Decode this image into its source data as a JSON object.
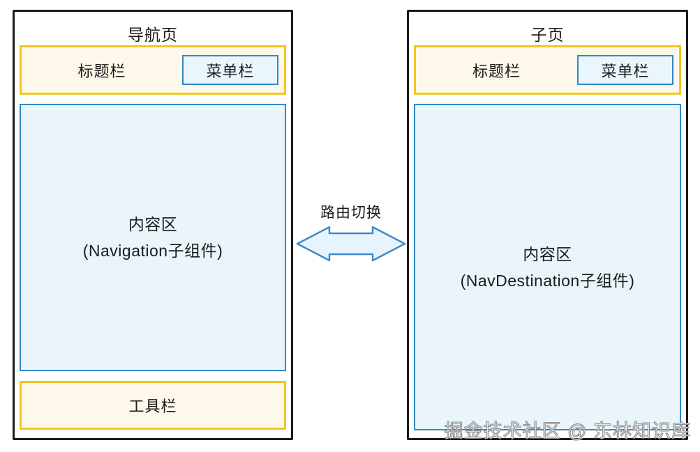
{
  "colors": {
    "panel_border": "#1a1a1a",
    "yellow_border": "#f2c51e",
    "yellow_fill": "#fef8ea",
    "blue_border": "#3089c4",
    "blue_fill": "#e9f5fb",
    "arrow_border": "#3e8ac8",
    "arrow_fill": "#e8f4fd"
  },
  "left_panel": {
    "title": "导航页",
    "title_bar_label": "标题栏",
    "menu_bar_label": "菜单栏",
    "content_line1": "内容区",
    "content_line2": "(Navigation子组件)",
    "toolbar_label": "工具栏"
  },
  "right_panel": {
    "title": "子页",
    "title_bar_label": "标题栏",
    "menu_bar_label": "菜单栏",
    "content_line1": "内容区",
    "content_line2": "(NavDestination子组件)"
  },
  "arrow": {
    "label": "路由切换"
  },
  "watermark": "掘金技术社区 @ 东林知识库"
}
